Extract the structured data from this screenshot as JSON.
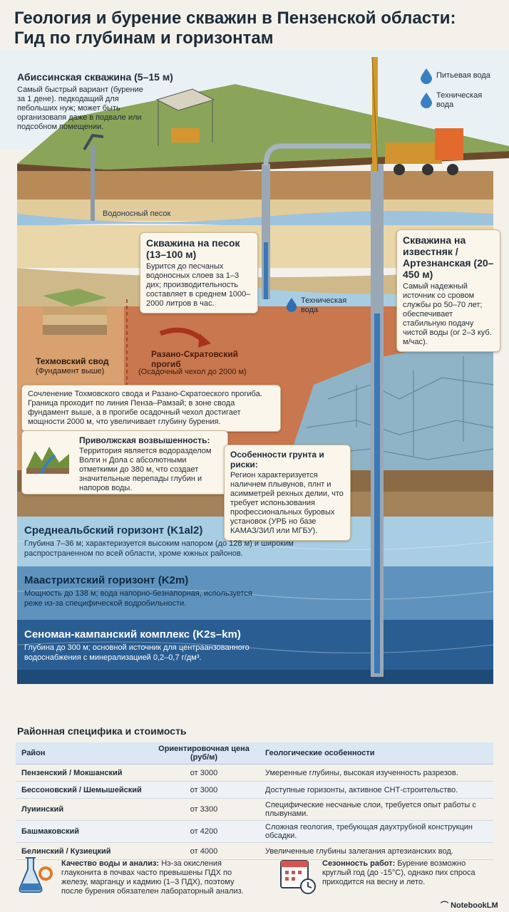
{
  "title_line1": "Геология и бурение скважин в Пензенской области:",
  "title_line2": "Гид по глубинам и горизонтам",
  "legend": {
    "drink": "Питьевая вода",
    "tech": "Техническая вода"
  },
  "abyssinian": {
    "title": "Абиссинская скважина (5–15 м)",
    "desc": "Самый быстрый вариант (бурение за 1 дене). педкодащий для пебольших нуж; может быть организовапя даже в подвале или подсобном помещении."
  },
  "aquifer_sand_label": "Водоносный песок",
  "sand_well": {
    "title": "Скважина на песок (13–100 м)",
    "desc": "Бурится до песчаных водоносных слоев за 1–3 дих; производительность составляет в среднем 1000–2000 литров в час."
  },
  "tech_water_label": "Техническая вода",
  "artesian": {
    "title": "Скважина на известняк / Артезнанская (20–450 м)",
    "desc": "Самый надежный источник со сровом службы ро 50–70 лет; обеспечивает стабильную подачу чистой воды (ог 2–3 куб. м/час)."
  },
  "tokhmov": {
    "title": "Техмовский свод",
    "sub": "(Фундамент выше)"
  },
  "razano": {
    "title": "Разано-Скратовский прогиб",
    "sub": "(Осадочный чехол до 2000 м)"
  },
  "junction_note": "Сочленение Тохмовского свода и Разано-Скратоеского прогиба. Граница проходит по линия Пенза–Рамзай; в зоне свода фундамент выше, а в прогибе осадочный чехол достигает мощности 2000 м, что увеличивает глубину бурения.",
  "volga": {
    "title": "Приволжская возвышенность:",
    "desc": "Территория является водоразделом Волги н Дола с абсолютными отметкими до 380 м, что создает значительные перепады глубин и напоров воды."
  },
  "risks": {
    "title": "Особенности грунта и риски:",
    "desc": "Регион характеризуется наличнем плывунов, плнт и асимметрей рехных делии, что требует испоньзования профессиональных буровых установок (УРБ но базе КАМАЗ/ЗИЛ или МГБУ)."
  },
  "horizons": [
    {
      "title": "Среднеальбский горизонт (K1al2)",
      "desc": "Глубина 7–36 м; характеризуется высоким напором (до 128 м) и широким распространенном по всей области, хроме южных районов."
    },
    {
      "title": "Маастрихтский горизонт (K2m)",
      "desc": "Мощность до 138 м; вода напорно-безнапорная, используется реже из-за специфической водробильности."
    },
    {
      "title": "Сеноман-кампанский комплекс (K2s–km)",
      "desc": "Глубина до 300 м; основной источник для центраанзованного водоснабжения с минерализацией 0,2–0,7 г/дм³."
    }
  ],
  "table": {
    "title": "Районная специфика и стоимость",
    "headers": [
      "Район",
      "Ориентировочная цена (руб/м)",
      "Геологические особенности"
    ],
    "rows": [
      [
        "Пензенский / Мокшанский",
        "от 3000",
        "Умеренные глубины, высокая изученность разрезов."
      ],
      [
        "Бессоновский / Шемышейский",
        "от 3000",
        "Доступные горизонты, активное СНТ-строительство."
      ],
      [
        "Луиинский",
        "от 3300",
        "Специфические несчаные слои, требуется опыт работы с плывунами."
      ],
      [
        "Башмаковский",
        "от 4200",
        "Сложная геология, требующая даухтрубной конструкцин обсадки."
      ],
      [
        "Белинский / Кузиецкий",
        "от 4000",
        "Увеличенные глубины залегания артезианских вод."
      ]
    ]
  },
  "footer": {
    "quality_title": "Качество воды и анализ:",
    "quality_text": "Нэ-за окисления глауконита в почвах часто превышены ПДХ по железу, марганцу и кадмию (1–3 ПДХ), поэтому после бурения обязателен лабораторный анализ.",
    "season_title": "Сезонность работ:",
    "season_text": "Бурение возможно круглый год (до -15°С), однако пих спроса приходится на весну и лето.",
    "brand": "NotebookLM"
  },
  "colors": {
    "grass": "#8aa55a",
    "water": "#3a78b8",
    "deep_water": "#1f4f86",
    "clay": "#c9774f",
    "limestone": "#8fb3c7"
  }
}
